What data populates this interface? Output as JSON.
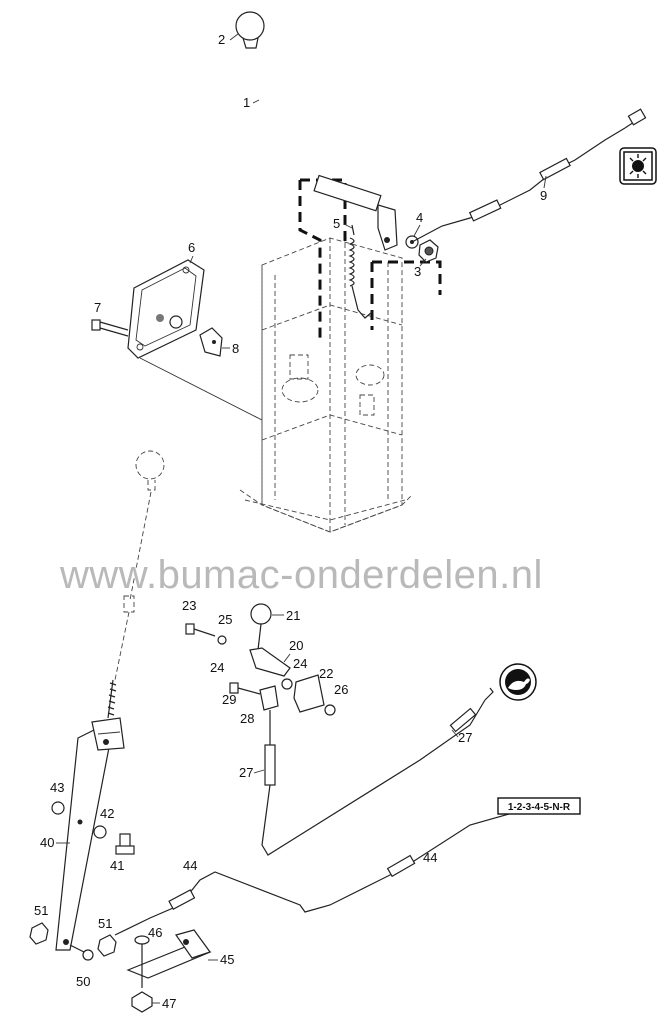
{
  "watermark": "www.bumac-onderdelen.nl",
  "model_code": "1-2-3-4-5-N-R",
  "icons": {
    "blade_engage": "blade-engage-icon",
    "speed_hare": "hare-speed-icon"
  },
  "callouts": [
    "1",
    "2",
    "3",
    "4",
    "5",
    "6",
    "7",
    "8",
    "9",
    "20",
    "21",
    "22",
    "23",
    "24",
    "24",
    "25",
    "26",
    "27",
    "27",
    "28",
    "29",
    "40",
    "41",
    "42",
    "43",
    "44",
    "44",
    "45",
    "46",
    "47",
    "50",
    "51",
    "51"
  ]
}
